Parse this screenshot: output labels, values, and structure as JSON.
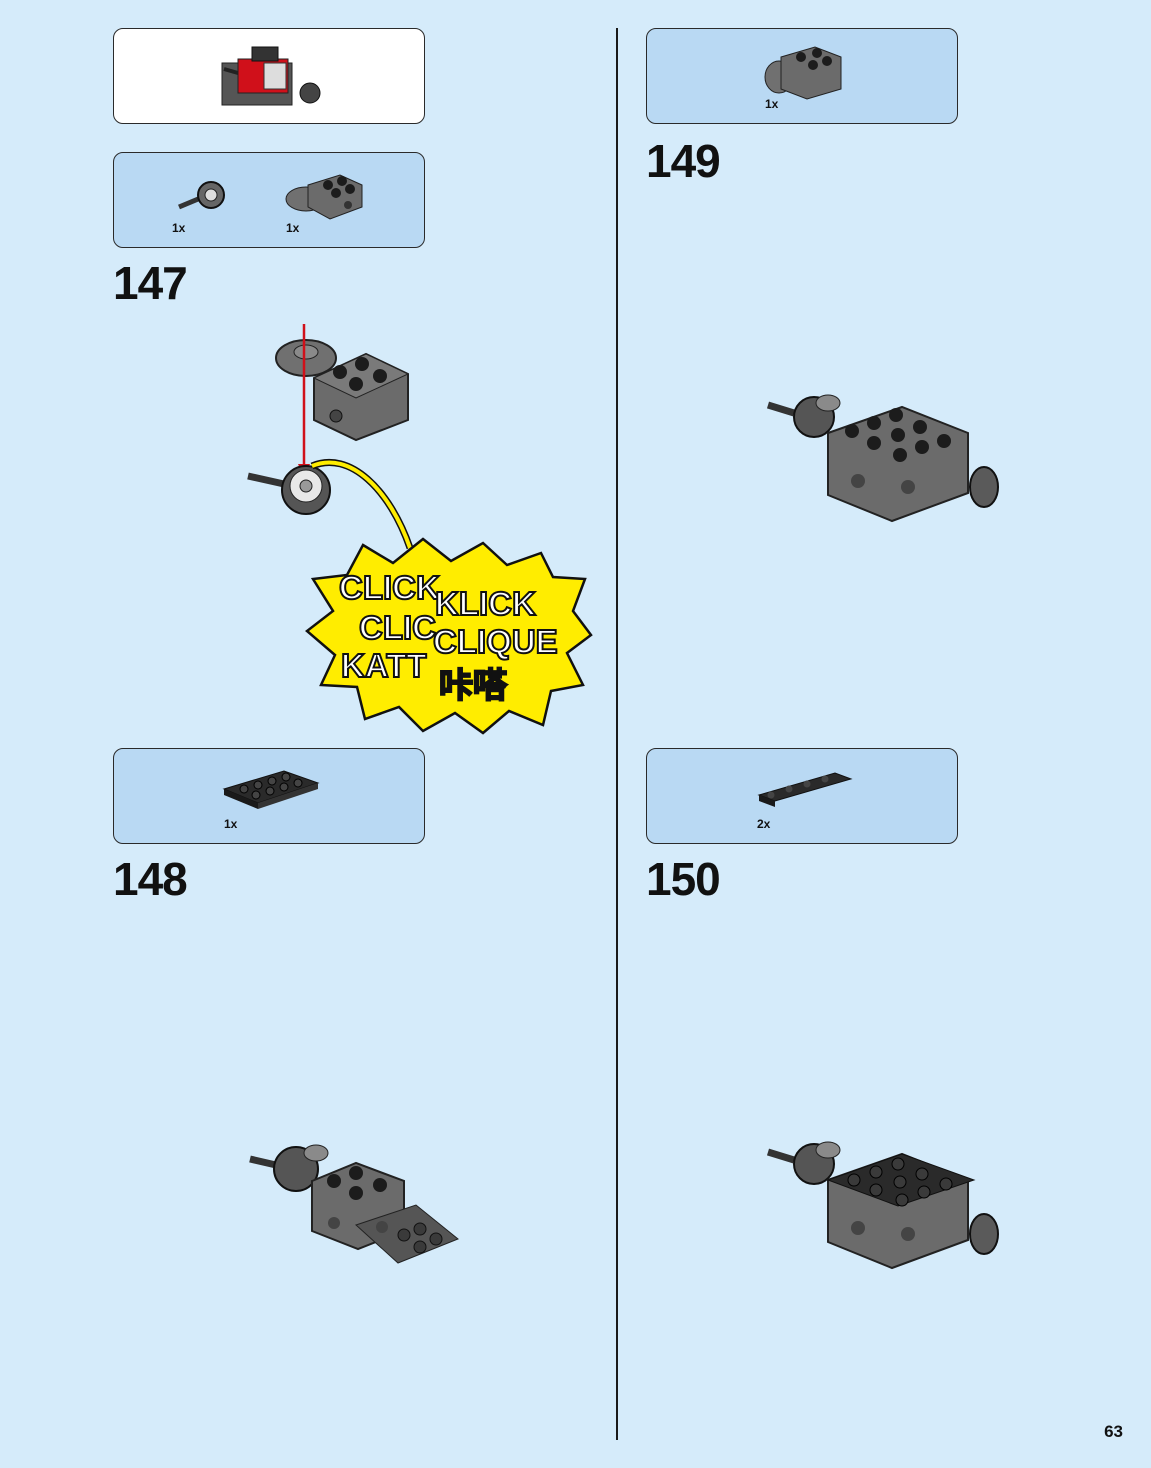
{
  "page_number": "63",
  "steps": [
    {
      "number": "147",
      "parts": [
        {
          "qty": "1x"
        },
        {
          "qty": "1x"
        }
      ]
    },
    {
      "number": "148",
      "parts": [
        {
          "qty": "1x"
        }
      ]
    },
    {
      "number": "149",
      "parts": [
        {
          "qty": "1x"
        }
      ]
    },
    {
      "number": "150",
      "parts": [
        {
          "qty": "2x"
        }
      ]
    }
  ],
  "click_callout": {
    "words": [
      "CLICK",
      "KLICK",
      "CLIC",
      "CLIQUE",
      "KATT",
      "咔嗒"
    ],
    "burst_color": "#ffed00"
  },
  "colors": {
    "background": "#d5ebfa",
    "parts_box": "#b9d9f3",
    "arrow": "#d0101a",
    "brick_gray": "#6b6b6b",
    "brick_black": "#1c1c1c"
  }
}
